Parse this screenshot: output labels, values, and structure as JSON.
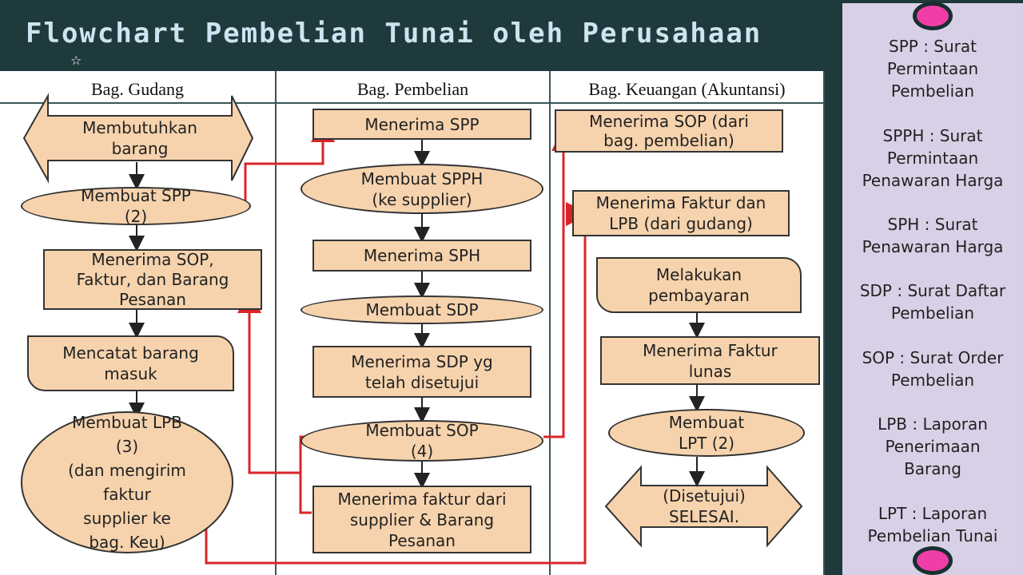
{
  "title": "Flowchart Pembelian Tunai oleh Perusahaan",
  "columns": [
    "Bag. Gudang",
    "Bag. Pembelian",
    "Bag. Keuangan (Akuntansi)"
  ],
  "gudang": {
    "start": "Membutuhkan\nbarang",
    "spp": "Membuat SPP\n(2)",
    "terima_sop": "Menerima SOP,\nFaktur, dan Barang\nPesanan",
    "catat": "Mencatat barang\nmasuk",
    "lpb": "Membuat LPB\n(3)\n(dan mengirim\nfaktur\nsupplier ke\nbag. Keu)"
  },
  "pembelian": {
    "terima_spp": "Menerima SPP",
    "spph": "Membuat SPPH\n(ke supplier)",
    "terima_sph": "Menerima SPH",
    "sdp": "Membuat SDP",
    "terima_sdp": "Menerima SDP yg\ntelah disetujui",
    "sop": "Membuat SOP\n(4)",
    "terima_faktur": "Menerima faktur dari\nsupplier & Barang\nPesanan"
  },
  "keuangan": {
    "terima_sop": "Menerima SOP (dari\nbag. pembelian)",
    "terima_faktur_lpb": "Menerima Faktur dan\nLPB (dari gudang)",
    "bayar": "Melakukan\npembayaran",
    "lunas": "Menerima Faktur\nlunas",
    "lpt": "Membuat\nLPT (2)",
    "end": "(Disetujui)\nSELESAI."
  },
  "legend": [
    "SPP : Surat\nPermintaan\nPembelian",
    "SPPH : Surat\nPermintaan\nPenawaran Harga",
    "SPH : Surat\nPenawaran Harga",
    "SDP : Surat Daftar\nPembelian",
    "SOP : Surat Order\nPembelian",
    "LPB : Laporan\nPenerimaan\nBarang",
    "LPT : Laporan\nPembelian Tunai"
  ],
  "colors": {
    "node_fill": "#f6d3ad",
    "flow_red": "#d9252a",
    "background": "#1f3a3c",
    "sidebar": "#d8d0e6",
    "pin": "#ef3ea8"
  }
}
